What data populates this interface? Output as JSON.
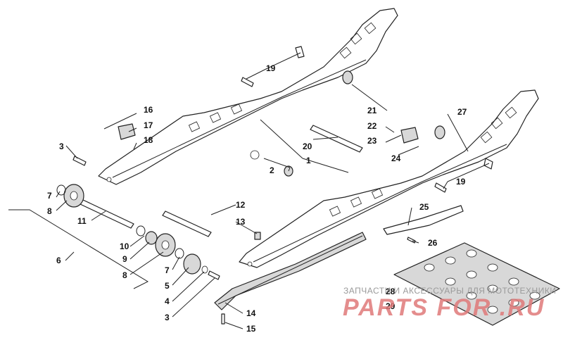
{
  "callouts": {
    "c1": "1",
    "c2": "2",
    "c3a": "3",
    "c3b": "3",
    "c4": "4",
    "c5": "5",
    "c6": "6",
    "c7a": "7",
    "c7b": "7",
    "c8a": "8",
    "c8b": "8",
    "c9": "9",
    "c10": "10",
    "c11": "11",
    "c12": "12",
    "c13": "13",
    "c14": "14",
    "c15": "15",
    "c16": "16",
    "c17": "17",
    "c18": "18",
    "c19a": "19",
    "c19b": "19",
    "c20": "20",
    "c21": "21",
    "c22": "22",
    "c23": "23",
    "c24": "24",
    "c25": "25",
    "c26": "26",
    "c27": "27",
    "c28": "28",
    "c29": "29"
  },
  "watermark": {
    "caption": "ЗАПЧАСТИ И АКСЕССУАРЫ ДЛЯ МОТОТЕХНИКИ",
    "brand": "PARTS FOR .RU"
  },
  "colors": {
    "line": "#222222",
    "watermark_brand": "#e07a7a",
    "watermark_caption": "#9a9a9a"
  }
}
